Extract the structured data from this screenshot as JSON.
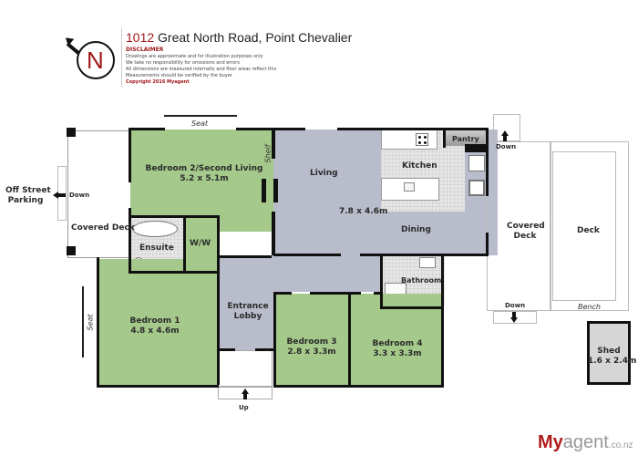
{
  "header": {
    "address_number": "1012",
    "address_rest": " Great North Road, Point Chevalier",
    "disclaimer_heading": "DISCLAIMER",
    "disclaimer_lines": [
      "Drawings are approximate and for illustration purposes only",
      "We take no responsibility for omissions and errors",
      "All dimensions are measured internally and floor areas reflect this",
      "Measurements should be verified by the buyer"
    ],
    "copyright": "Copyright 2016   Myagent"
  },
  "compass": {
    "letter": "N",
    "icon": "north-compass-icon"
  },
  "rooms": {
    "bedroom2": {
      "name": "Bedroom 2/Second Living",
      "size": "5.2 x 5.1m"
    },
    "living": {
      "name": "Living"
    },
    "living_dining_size": "7.8 x 4.6m",
    "dining": {
      "name": "Dining"
    },
    "kitchen": {
      "name": "Kitchen"
    },
    "pantry": {
      "name": "Pantry"
    },
    "ensuite": {
      "name": "Ensuite"
    },
    "ww": {
      "name": "W/W"
    },
    "bedroom1": {
      "name": "Bedroom 1",
      "size": "4.8 x 4.6m"
    },
    "entrance": {
      "name": "Entrance",
      "name2": "Lobby"
    },
    "bathroom": {
      "name": "Bathroom"
    },
    "bedroom3": {
      "name": "Bedroom 3",
      "size": "2.8 x 3.3m"
    },
    "bedroom4": {
      "name": "Bedroom 4",
      "size": "3.3 x 3.3m"
    },
    "covered_deck_left": {
      "name": "Covered Deck"
    },
    "covered_deck_right": {
      "name": "Covered",
      "name2": "Deck"
    },
    "deck": {
      "name": "Deck"
    },
    "shed": {
      "name": "Shed",
      "size": "1.6 x 2.4m"
    }
  },
  "annotations": {
    "seat_top": "Seat",
    "seat_left": "Seat",
    "shelf": "Shelf",
    "bench": "Bench",
    "off_street": "Off Street",
    "parking": "Parking",
    "down_left": "Down",
    "down_top_right": "Down",
    "down_bottom_right": "Down",
    "up": "Up"
  },
  "brand": {
    "my": "My",
    "agent": "agent",
    "tld": ".co.nz"
  },
  "colors": {
    "bedroom_green": "#a4c98a",
    "living_gray": "#b9bccb",
    "accent_red": "#a01818"
  }
}
